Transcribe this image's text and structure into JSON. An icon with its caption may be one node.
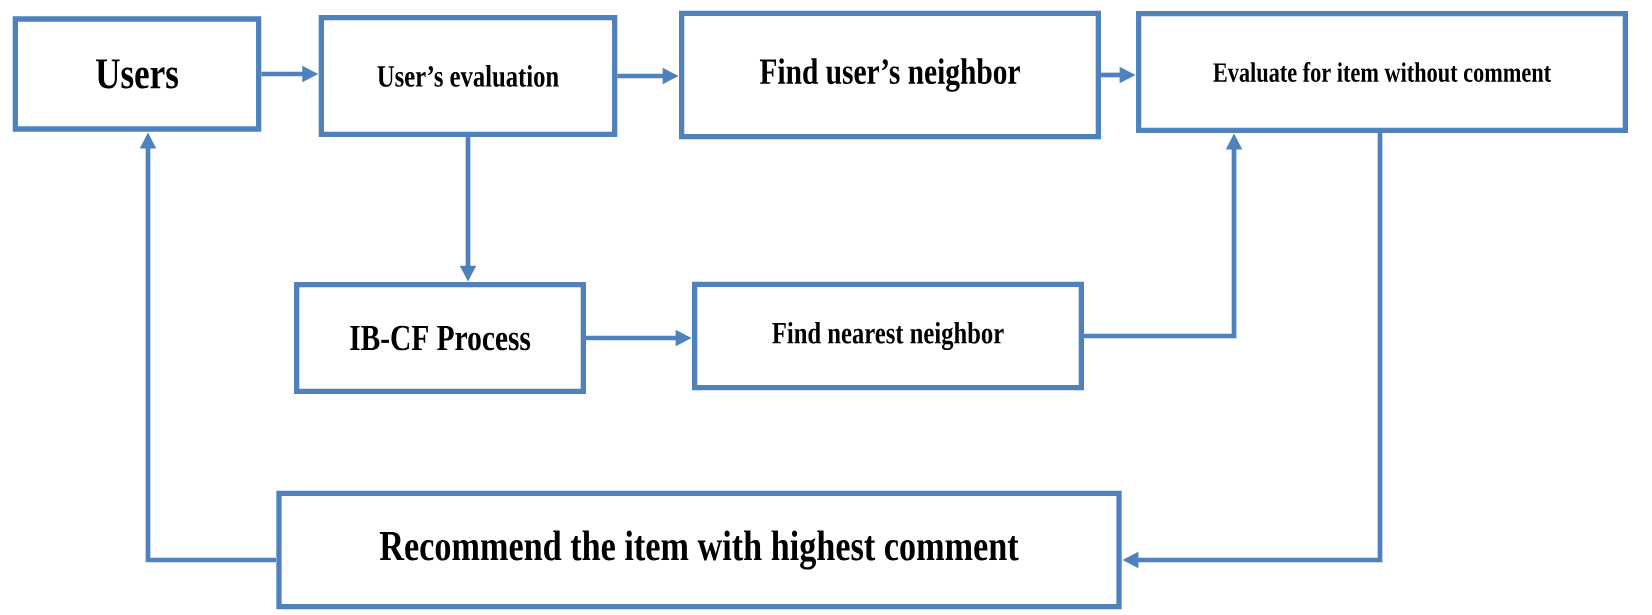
{
  "diagram": {
    "nodes": [
      {
        "text": [
          "Users"
        ]
      },
      {
        "text": [
          "User’s evaluation"
        ]
      },
      {
        "text": [
          "Find user’s neighbor"
        ]
      },
      {
        "text": [
          "Evaluate for item without comment"
        ]
      },
      {
        "text": [
          "IB-CF Process"
        ]
      },
      {
        "text": [
          "Find nearest neighbor"
        ]
      },
      {
        "text": [
          "Recommend the item with highest comment"
        ]
      }
    ],
    "edges": [
      {
        "from": 0,
        "to": 1,
        "arrow": "to"
      },
      {
        "from": 1,
        "to": 2,
        "arrow": "to"
      },
      {
        "from": 2,
        "to": 3,
        "arrow": "to"
      },
      {
        "from": 1,
        "to": 4,
        "arrow": "to"
      },
      {
        "from": 4,
        "to": 5,
        "arrow": "to"
      },
      {
        "from": 5,
        "to": 3,
        "arrow": "to"
      },
      {
        "from": 3,
        "to": 6,
        "arrow": "to"
      },
      {
        "from": 6,
        "to": 0,
        "arrow": "to"
      }
    ]
  }
}
